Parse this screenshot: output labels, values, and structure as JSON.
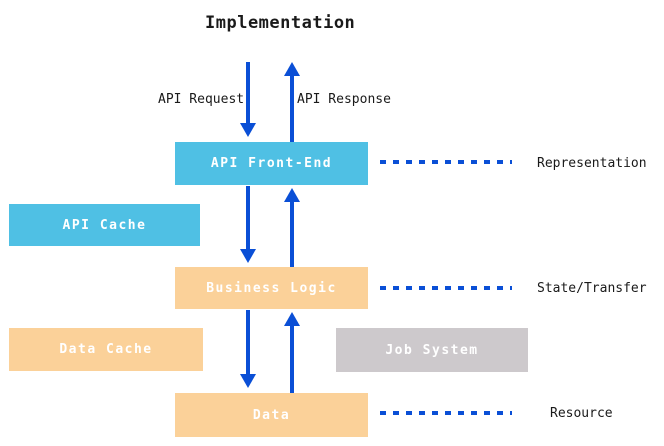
{
  "title": "Implementation",
  "flow_labels": {
    "request": "API Request",
    "response": "API Response"
  },
  "boxes": {
    "api_front_end": {
      "label": "API Front-End"
    },
    "api_cache": {
      "label": "API Cache"
    },
    "business_logic": {
      "label": "Business Logic"
    },
    "data_cache": {
      "label": "Data Cache"
    },
    "job_system": {
      "label": "Job System"
    },
    "data": {
      "label": "Data"
    }
  },
  "side_labels": {
    "representation": "Representation",
    "state_transfer": "State/Transfer",
    "resource": "Resource"
  },
  "colors": {
    "blue_box": "#4fc0e4",
    "orange_box": "#fbd199",
    "gray_box": "#cdc9cc",
    "arrow_blue": "#0a4fd6",
    "box_text": "#ffffff"
  }
}
